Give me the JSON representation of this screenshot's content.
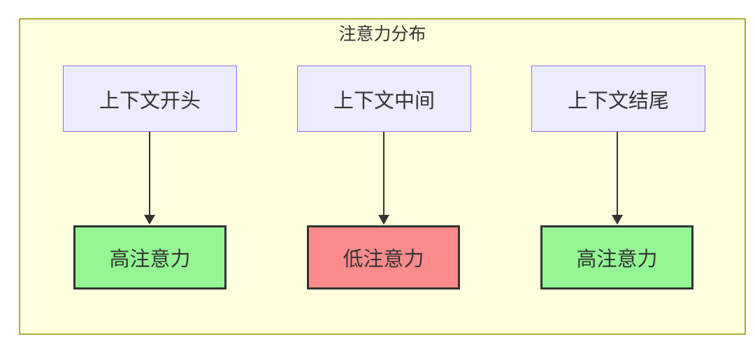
{
  "diagram": {
    "title": "注意力分布",
    "colors": {
      "page_bg": "#ffffff",
      "canvas_fill": "#ffffde",
      "canvas_border": "#aaaa33",
      "context_fill": "#ececff",
      "context_border": "#9370db",
      "high_fill": "#94f794",
      "low_fill": "#fa8c8c",
      "result_border": "#333333",
      "arrow": "#333333",
      "text": "#333333"
    },
    "columns": [
      {
        "source": "上下文开头",
        "target": "高注意力",
        "level": "high"
      },
      {
        "source": "上下文中间",
        "target": "低注意力",
        "level": "low"
      },
      {
        "source": "上下文结尾",
        "target": "高注意力",
        "level": "high"
      }
    ]
  }
}
